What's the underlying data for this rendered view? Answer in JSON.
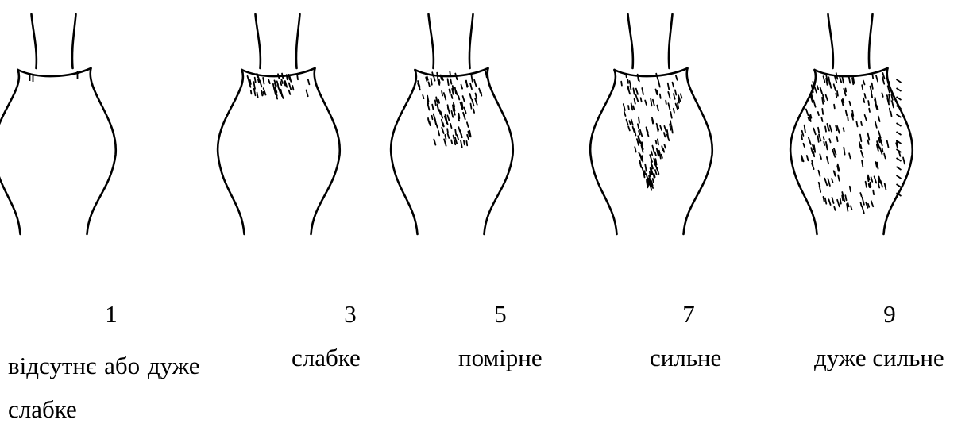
{
  "levels": [
    {
      "score": "1",
      "label": "відсутнє або дуже слабке",
      "hair": "none"
    },
    {
      "score": "3",
      "label": "слабке",
      "hair": "sparse-band"
    },
    {
      "score": "5",
      "label": "помірне",
      "hair": "moderate-patch"
    },
    {
      "score": "7",
      "label": "сильне",
      "hair": "triangle"
    },
    {
      "score": "9",
      "label": "дуже сильне",
      "hair": "dense-full"
    }
  ]
}
